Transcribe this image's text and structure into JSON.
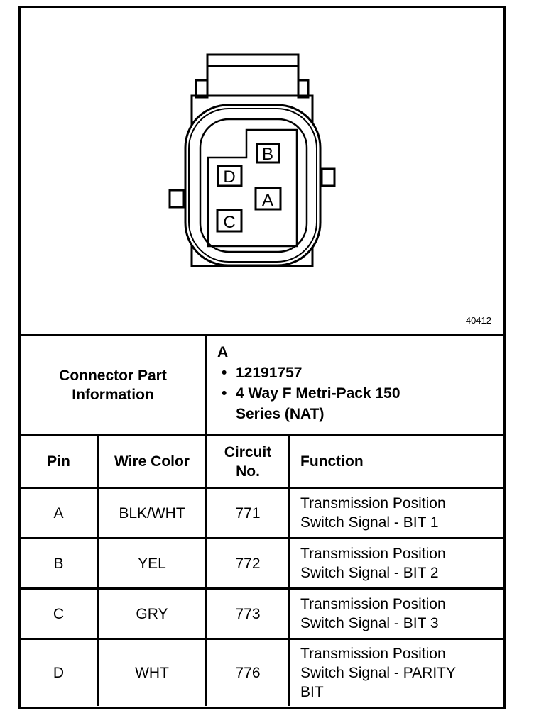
{
  "figure_number": "40412",
  "connector": {
    "pins": [
      "A",
      "B",
      "C",
      "D"
    ]
  },
  "part_info": {
    "label": "Connector Part Information",
    "connector_id": "A",
    "items": [
      "12191757",
      "4 Way F Metri-Pack 150 Series (NAT)"
    ]
  },
  "table": {
    "headers": [
      "Pin",
      "Wire Color",
      "Circuit No.",
      "Function"
    ],
    "rows": [
      {
        "pin": "A",
        "wire_color": "BLK/WHT",
        "circuit": "771",
        "function": "Transmission Position Switch Signal - BIT 1"
      },
      {
        "pin": "B",
        "wire_color": "YEL",
        "circuit": "772",
        "function": "Transmission Position Switch Signal - BIT 2"
      },
      {
        "pin": "C",
        "wire_color": "GRY",
        "circuit": "773",
        "function": "Transmission Position Switch Signal - BIT 3"
      },
      {
        "pin": "D",
        "wire_color": "WHT",
        "circuit": "776",
        "function": "Transmission Position Switch Signal - PARITY BIT"
      }
    ]
  }
}
